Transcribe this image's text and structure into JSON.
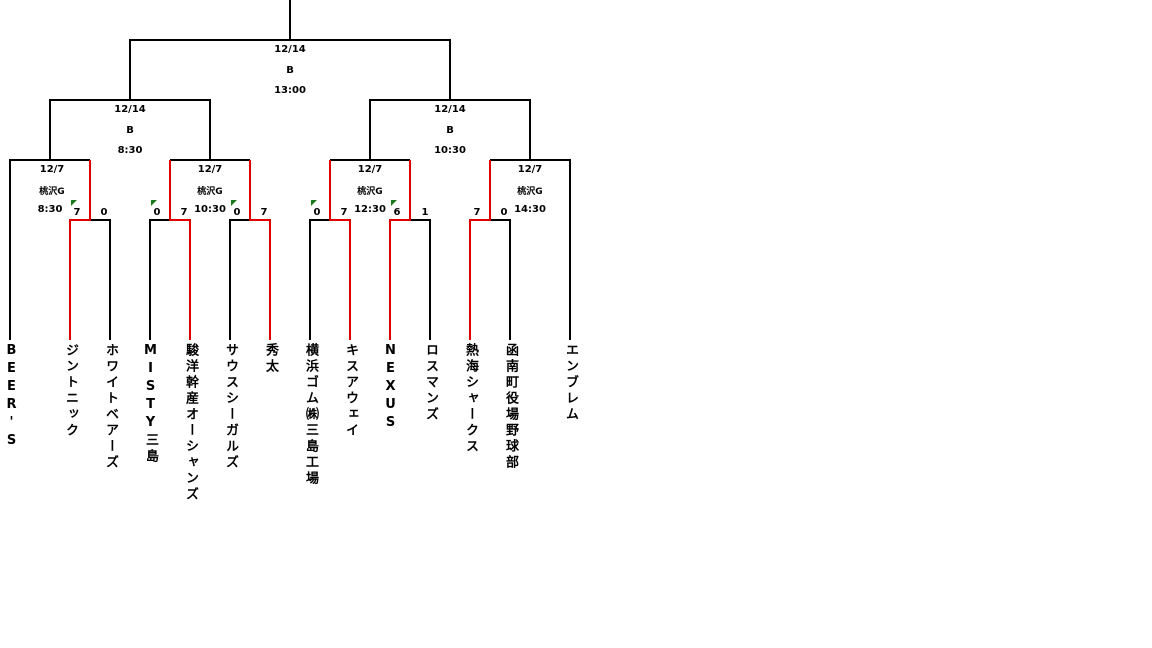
{
  "final": {
    "date": "12/14",
    "court": "B",
    "time": "13:00"
  },
  "semis": [
    {
      "date": "12/14",
      "court": "B",
      "time": "8:30"
    },
    {
      "date": "12/14",
      "court": "B",
      "time": "10:30"
    }
  ],
  "round2": [
    {
      "date": "12/7",
      "court": "桃沢G",
      "time": "8:30"
    },
    {
      "date": "12/7",
      "court": "桃沢G",
      "time": "10:30"
    },
    {
      "date": "12/7",
      "court": "桃沢G",
      "time": "12:30"
    },
    {
      "date": "12/7",
      "court": "桃沢G",
      "time": "14:30"
    }
  ],
  "scores": [
    "7",
    "0",
    "0",
    "7",
    "0",
    "7",
    "0",
    "7",
    "6",
    "1",
    "7",
    "0"
  ],
  "teams": [
    "BEER'S",
    "ジントニック",
    "ホワイトベアーズ",
    "MISTY三島",
    "駿洋幹産オーシャンズ",
    "サウスシーガルズ",
    "秀太",
    "横浜ゴム㈱三島工場",
    "キスアウェイ",
    "NEXUS",
    "ロスマンズ",
    "熱海シャークス",
    "函南町役場野球部",
    "エンブレム"
  ],
  "colors": {
    "winner": "#e00000",
    "line": "#000000",
    "flag": "#1a7a1a"
  }
}
